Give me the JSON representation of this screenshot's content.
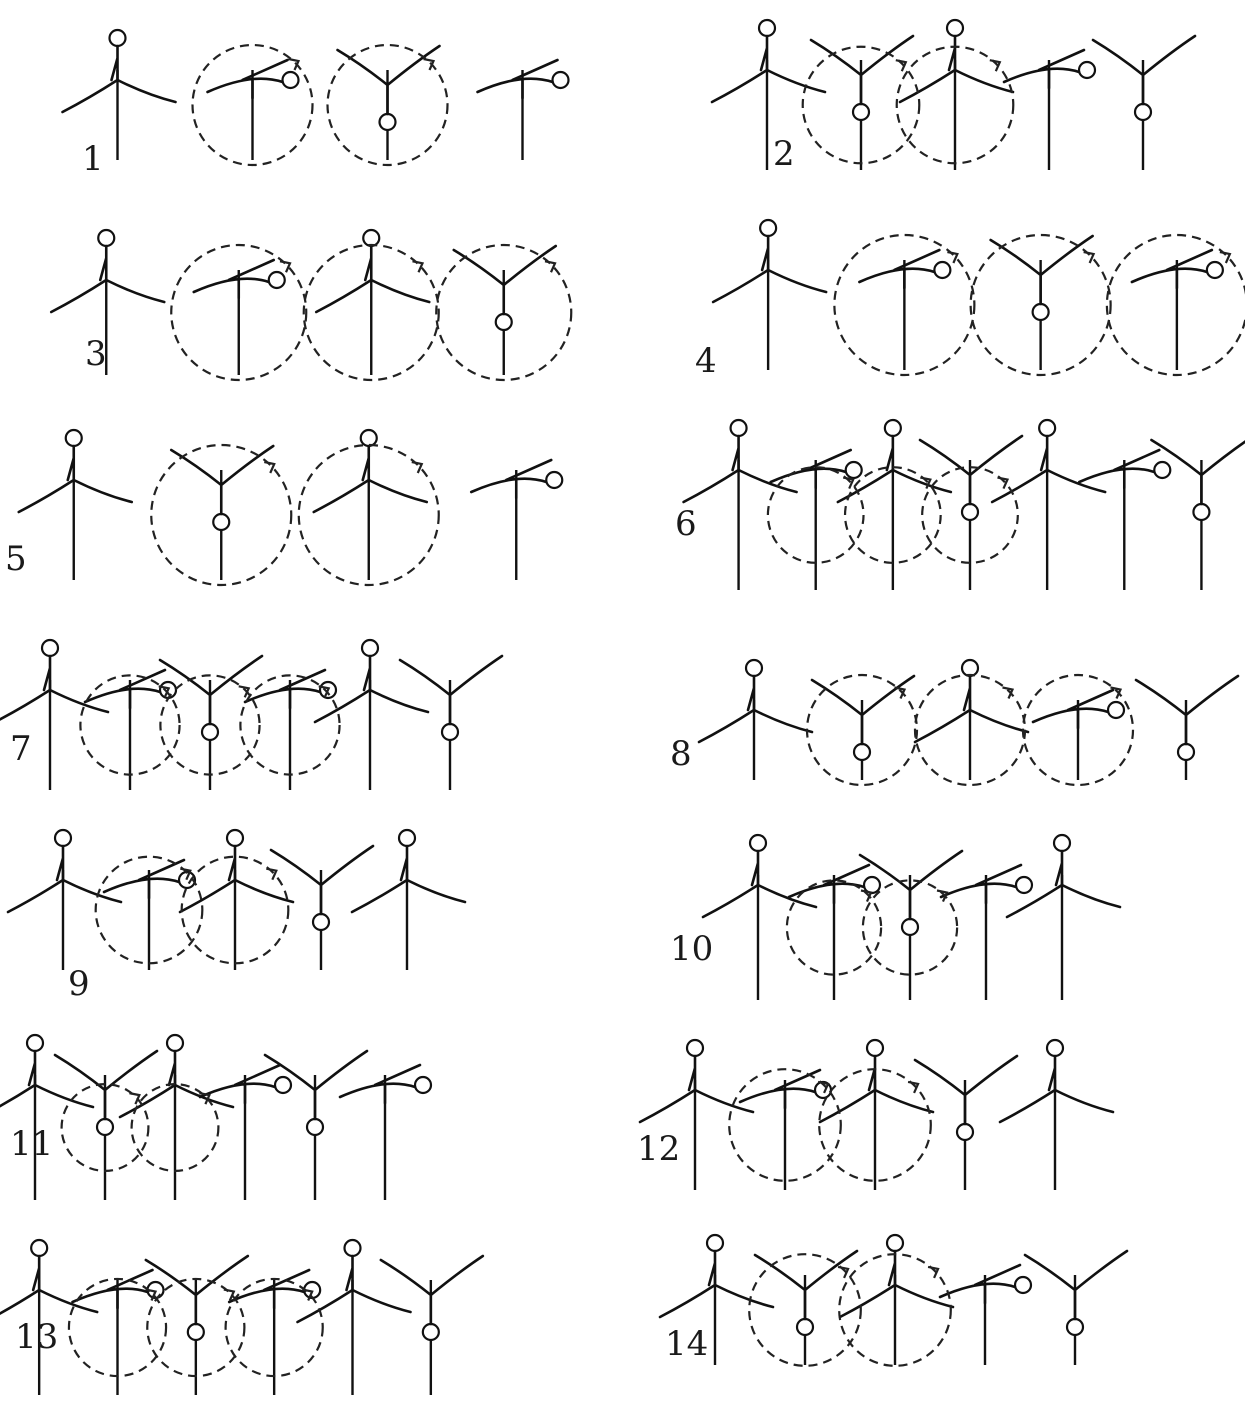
{
  "sequences": [
    {
      "label": "1",
      "bars": 4,
      "arcs": 2
    },
    {
      "label": "2",
      "bars": 5,
      "arcs": 2
    },
    {
      "label": "3",
      "bars": 4,
      "arcs": 3
    },
    {
      "label": "4",
      "bars": 4,
      "arcs": 3
    },
    {
      "label": "5",
      "bars": 4,
      "arcs": 2
    },
    {
      "label": "6",
      "bars": 7,
      "arcs": 3
    },
    {
      "label": "7",
      "bars": 6,
      "arcs": 3
    },
    {
      "label": "8",
      "bars": 5,
      "arcs": 3
    },
    {
      "label": "9",
      "bars": 5,
      "arcs": 2
    },
    {
      "label": "10",
      "bars": 5,
      "arcs": 2
    },
    {
      "label": "11",
      "bars": 6,
      "arcs": 2
    },
    {
      "label": "12",
      "bars": 5,
      "arcs": 2
    },
    {
      "label": "13",
      "bars": 6,
      "arcs": 3
    },
    {
      "label": "14",
      "bars": 5,
      "arcs": 2
    }
  ]
}
